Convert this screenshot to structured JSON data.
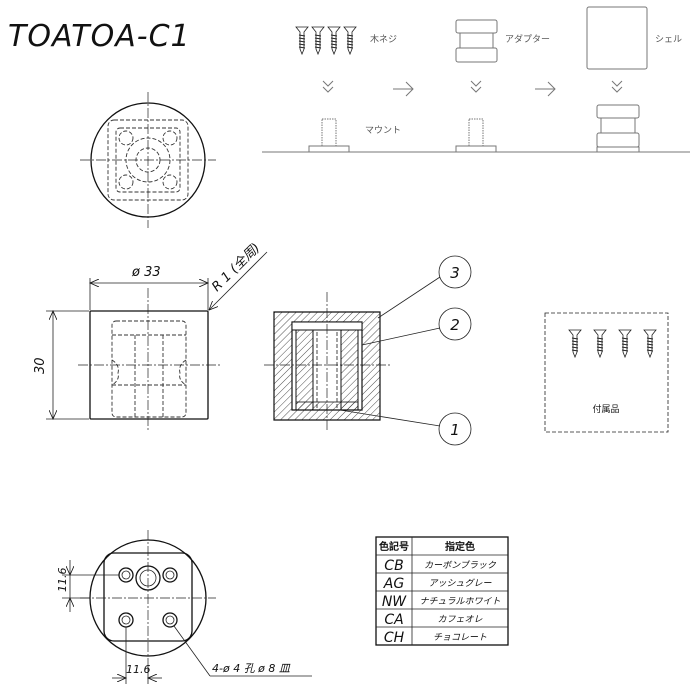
{
  "title": "TOATOA-C1",
  "assembly": {
    "wood_screw_label": "木ネジ",
    "adapter_label": "アダプター",
    "shell_label": "シェル",
    "mount_label": "マウント"
  },
  "front_view": {
    "diameter_dim": "ø 33",
    "radius_note": "R 1 (全周)",
    "height_dim": "30"
  },
  "section_view": {
    "balloons": [
      "3",
      "2",
      "1"
    ]
  },
  "accessories": {
    "label": "付属品"
  },
  "bottom_view": {
    "dim_vertical": "11.6",
    "dim_horizontal": "11.6",
    "hole_note": "4-ø 4 孔 ø 8 皿"
  },
  "color_table": {
    "headers": [
      "色記号",
      "指定色"
    ],
    "rows": [
      {
        "code": "CB",
        "name": "カーボンブラック"
      },
      {
        "code": "AG",
        "name": "アッシュグレー"
      },
      {
        "code": "NW",
        "name": "ナチュラルホワイト"
      },
      {
        "code": "CA",
        "name": "カフェオレ"
      },
      {
        "code": "CH",
        "name": "チョコレート"
      }
    ]
  }
}
